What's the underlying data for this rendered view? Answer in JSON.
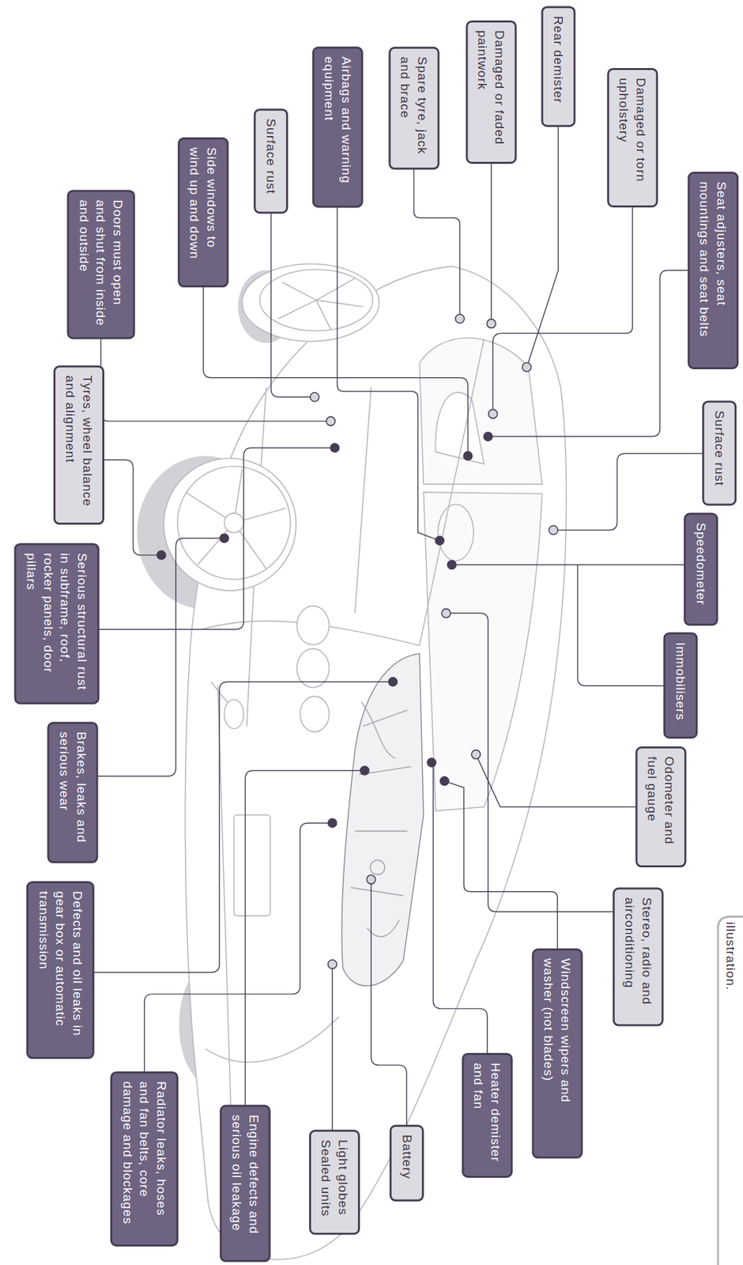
{
  "diagram": {
    "nodes": [
      {
        "text": [
          "Rear demister"
        ]
      },
      {
        "text": [
          "Damaged or torn upholstery"
        ]
      },
      {
        "text": [
          "Damaged or faded paintwork"
        ]
      },
      {
        "text": [
          "Spare tyre, jack and brace"
        ]
      },
      {
        "text": [
          "Airbags and warning equipment"
        ]
      },
      {
        "text": [
          "Surface rust"
        ]
      },
      {
        "text": [
          "Side windows to wind up and down"
        ]
      },
      {
        "text": [
          "Doors must open and shut from inside and outside"
        ]
      },
      {
        "text": [
          "Seat adjusters, seat mountings and seat belts"
        ]
      },
      {
        "text": [
          "Surface rust"
        ]
      },
      {
        "text": [
          "Speedometer"
        ]
      },
      {
        "text": [
          "Immobilisers"
        ]
      },
      {
        "text": [
          "Odometer and fuel gauge"
        ]
      },
      {
        "text": [
          "Stereo, radio and airconditioning"
        ]
      },
      {
        "text": [
          "Windscreen wipers and washer (not blades)"
        ]
      },
      {
        "text": [
          "Heater demister and fan"
        ]
      },
      {
        "text": [
          "Battery"
        ]
      },
      {
        "text": [
          "Light globes",
          "Sealed units"
        ]
      },
      {
        "text": [
          "Engine defects and serious oil leakage"
        ]
      },
      {
        "text": [
          "Radiator leaks, hoses and fan belts, core damage and blockages"
        ]
      },
      {
        "text": [
          "Defects and oil leaks in gear box or automatic transmission"
        ]
      },
      {
        "text": [
          "Brakes, leaks and serious wear"
        ]
      },
      {
        "text": [
          "Serious structural rust in subframe, roof, rocker panels, door pillars"
        ]
      },
      {
        "text": [
          "Tyres, wheel balance and alignment"
        ]
      }
    ],
    "labels": [
      "illustration."
    ]
  }
}
